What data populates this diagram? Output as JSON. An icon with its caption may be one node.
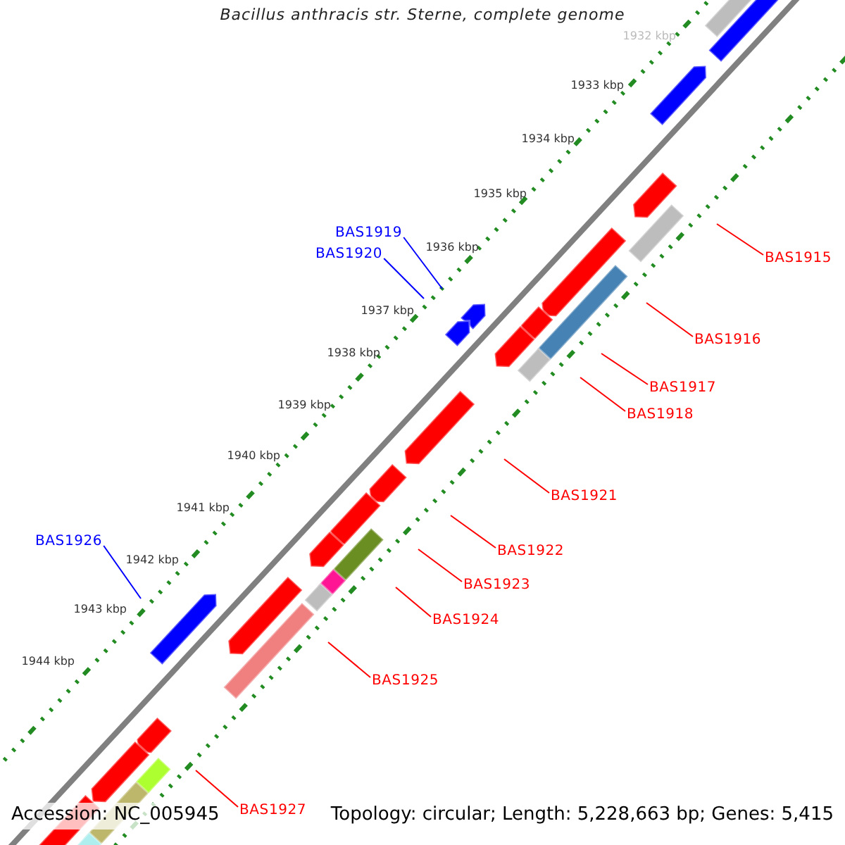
{
  "diagram": {
    "title": "Bacillus anthracis str. Sterne, complete genome",
    "nodes": [
      {
        "text": [
          "BAS1919"
        ]
      },
      {
        "text": [
          "BAS1920"
        ]
      },
      {
        "text": [
          "BAS1915"
        ]
      },
      {
        "text": [
          "BAS1916"
        ]
      },
      {
        "text": [
          "BAS1917"
        ]
      },
      {
        "text": [
          "BAS1918"
        ]
      },
      {
        "text": [
          "BAS1921"
        ]
      },
      {
        "text": [
          "BAS1926"
        ]
      },
      {
        "text": [
          "BAS1922"
        ]
      },
      {
        "text": [
          "BAS1923"
        ]
      },
      {
        "text": [
          "BAS1924"
        ]
      },
      {
        "text": [
          "BAS1925"
        ]
      },
      {
        "text": [
          "BAS1927"
        ]
      }
    ],
    "edges": [
      {
        "from": 0,
        "to": null,
        "arrow": "none",
        "color": "#0000ff"
      },
      {
        "from": 1,
        "to": null,
        "arrow": "none",
        "color": "#0000ff"
      },
      {
        "from": 2,
        "to": null,
        "arrow": "none"
      },
      {
        "from": 3,
        "to": null,
        "arrow": "none"
      },
      {
        "from": 4,
        "to": null,
        "arrow": "none"
      },
      {
        "from": 5,
        "to": null,
        "arrow": "none"
      },
      {
        "from": 6,
        "to": null,
        "arrow": "none"
      },
      {
        "from": 7,
        "to": null,
        "arrow": "none",
        "color": "#0000ff"
      },
      {
        "from": 8,
        "to": null,
        "arrow": "none"
      },
      {
        "from": 9,
        "to": null,
        "arrow": "none"
      },
      {
        "from": 10,
        "to": null,
        "arrow": "none"
      },
      {
        "from": 11,
        "to": null,
        "arrow": "none"
      },
      {
        "from": 12,
        "to": null,
        "arrow": "none"
      }
    ],
    "labels": [
      "1932 kbp",
      "1933 kbp",
      "1934 kbp",
      "1935 kbp",
      "1936 kbp",
      "1937 kbp",
      "1938 kbp",
      "1939 kbp",
      "1940 kbp",
      "1941 kbp",
      "1942 kbp",
      "1943 kbp",
      "1944 kbp",
      "Accession: NC_005945",
      "Topology: circular; Length: 5,228,663 bp; Genes: 5,415"
    ]
  }
}
